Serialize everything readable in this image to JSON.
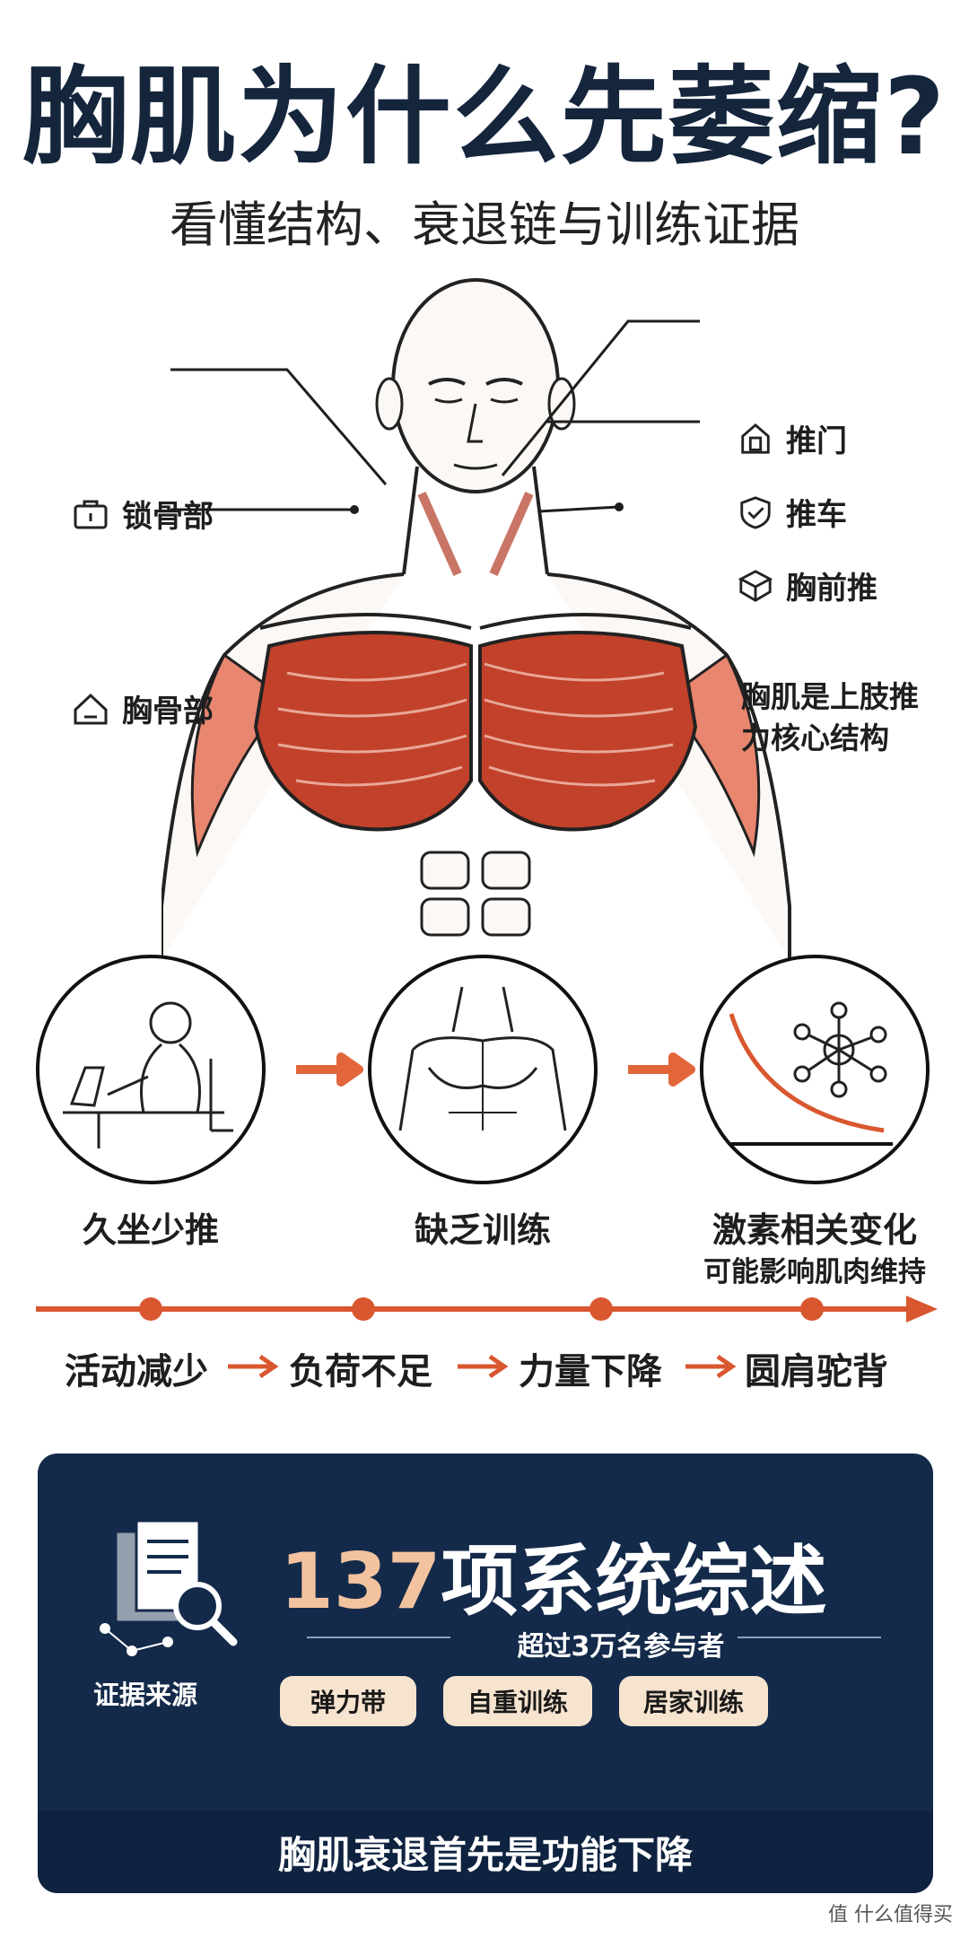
{
  "header": {
    "title": "胸肌为什么先萎缩?",
    "subtitle": "看懂结构、衰退链与训练证据"
  },
  "anatomy": {
    "labels": {
      "clavicular": {
        "text": "锁骨部",
        "icon": "dumbbell-icon"
      },
      "sternal": {
        "text": "胸骨部",
        "icon": "house-icon"
      },
      "push_door": {
        "text": "推门",
        "icon": "door-icon"
      },
      "push_cart": {
        "text": "推车",
        "icon": "shield-check-icon"
      },
      "chest_press": {
        "text": "胸前推",
        "icon": "box-icon"
      }
    },
    "note_lines": [
      "胸肌是上肢推",
      "力核心结构"
    ],
    "colors": {
      "muscle": "#c2412b",
      "muscle_light": "#e8866f",
      "line": "#1e1e1e"
    }
  },
  "causes": {
    "items": [
      {
        "label": "久坐少推",
        "icon": "sitting-at-laptop-icon"
      },
      {
        "label": "缺乏训练",
        "icon": "weak-torso-icon"
      },
      {
        "label": "激素相关变化",
        "sub": "可能影响肌肉维持",
        "icon": "hormone-molecule-icon"
      }
    ],
    "arrow_color": "#e2663a"
  },
  "chain": {
    "steps": [
      "活动减少",
      "负荷不足",
      "力量下降",
      "圆肩驼背"
    ],
    "line_color": "#d9572f"
  },
  "evidence": {
    "count": "137",
    "headline": "项系统综述",
    "sub": "超过3万名参与者",
    "source_label": "证据来源",
    "tags": [
      "弹力带",
      "自重训练",
      "居家训练"
    ],
    "footer": "胸肌衰退首先是功能下降",
    "colors": {
      "panel": "#142a4a",
      "accent": "#f3c3a0",
      "pill": "#f6e4cf"
    }
  },
  "watermark": {
    "text": "值 什么值得买"
  }
}
